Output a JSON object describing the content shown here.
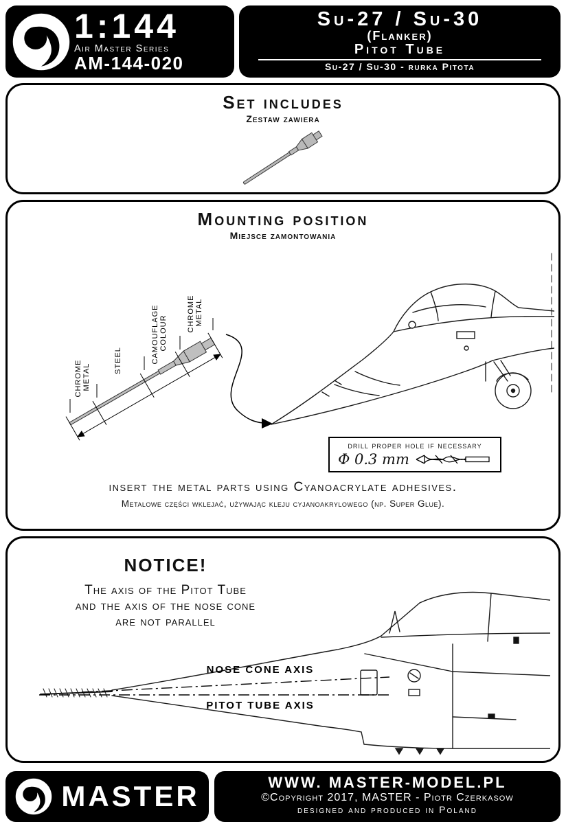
{
  "header": {
    "scale": "1:144",
    "series": "Air Master Series",
    "product_code": "AM-144-020",
    "title_line1": "Su-27 / Su-30",
    "title_line2": "(Flanker)",
    "title_line3": "Pitot Tube",
    "subtitle": "Su-27 / Su-30 - rurka Pitota"
  },
  "set_includes": {
    "title": "Set includes",
    "subtitle": "Zestaw zawiera"
  },
  "mounting": {
    "title": "Mounting position",
    "subtitle": "Miejsce zamontowania",
    "part_labels": [
      {
        "l1": "CHROME",
        "l2": "METAL"
      },
      {
        "l1": "STEEL",
        "l2": ""
      },
      {
        "l1": "CAMOUFLAGE",
        "l2": "COLOUR"
      },
      {
        "l1": "CHROME",
        "l2": "METAL"
      }
    ],
    "drill_note": "drill proper hole if necessary",
    "drill_size": "Φ 0.3 mm",
    "glue_note_en": "insert the metal parts using Cyanoacrylate adhesives.",
    "glue_note_pl": "Metalowe części wklejać, używając kleju cyjanoakrylowego (np. Super Glue)."
  },
  "notice": {
    "title": "NOTICE!",
    "line1": "The axis of the Pitot Tube",
    "line2": "and the axis of the nose cone",
    "line3": "are not parallel",
    "axis_nose": "NOSE CONE AXIS",
    "axis_pitot": "PITOT TUBE AXIS"
  },
  "footer": {
    "brand": "MASTER",
    "website": "WWW. MASTER-MODEL.PL",
    "copyright": "©Copyright 2017, MASTER - Piotr Czerkasow",
    "produced": "designed and produced in Poland"
  }
}
